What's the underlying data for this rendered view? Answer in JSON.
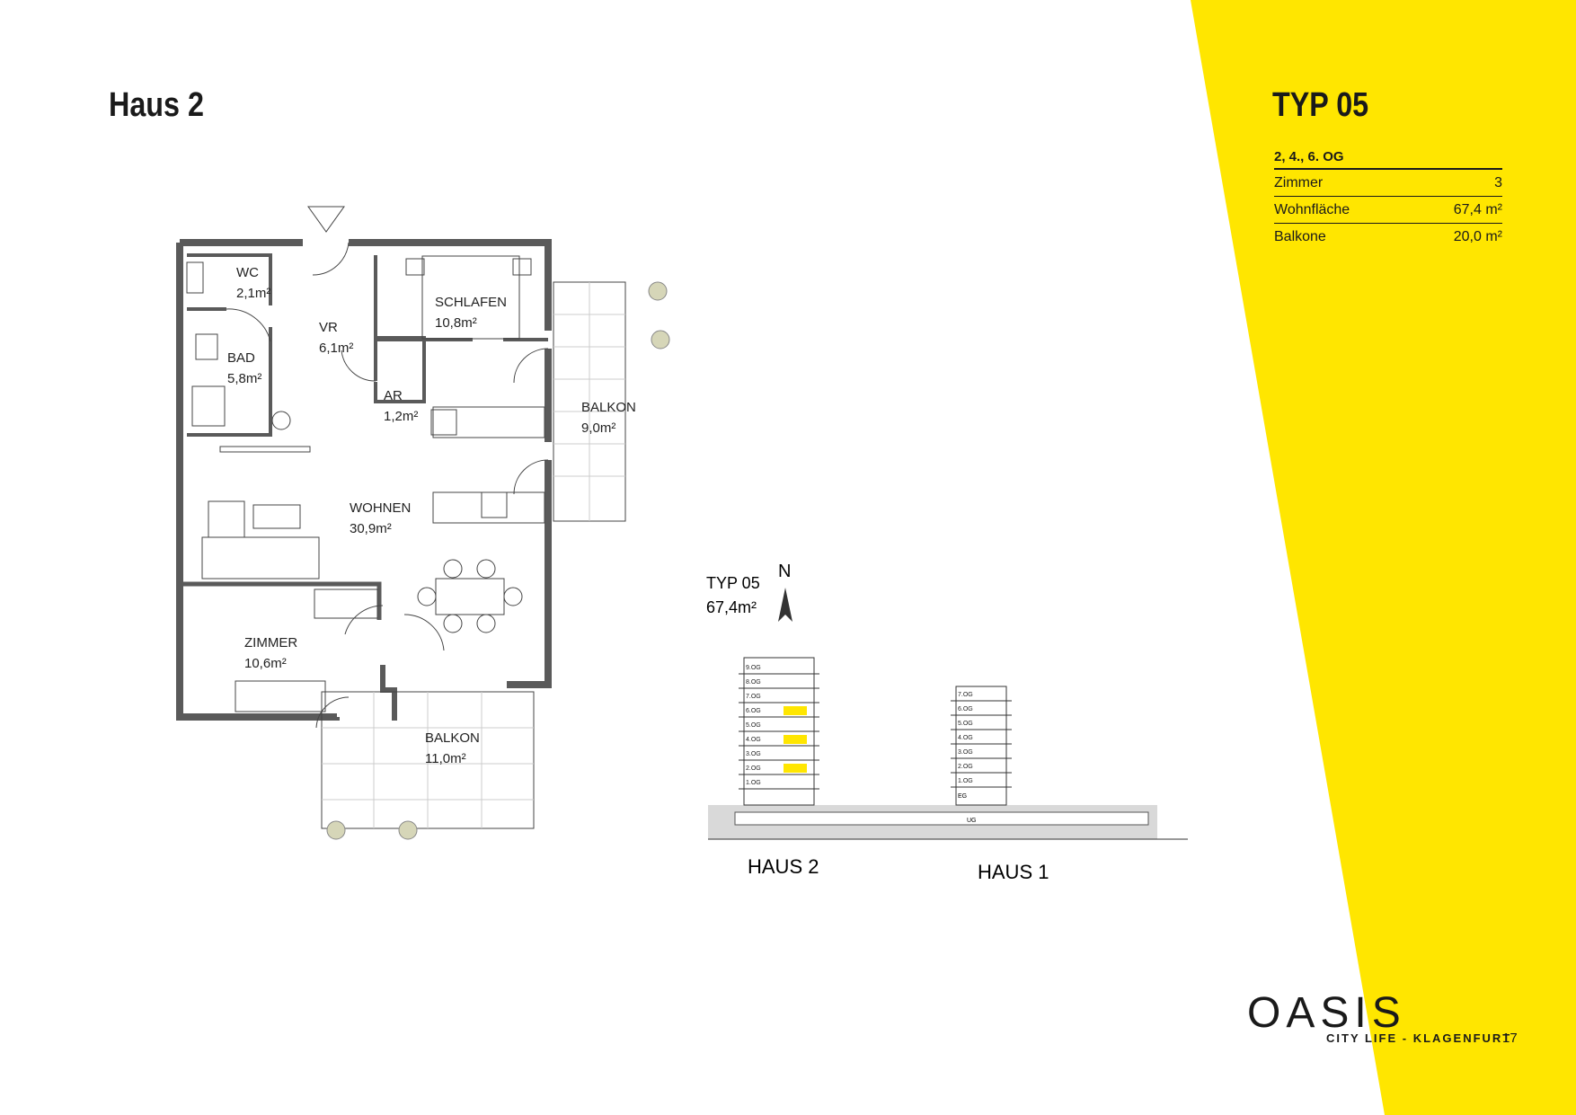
{
  "header": {
    "house_title": "Haus 2"
  },
  "unit": {
    "type_title": "TYP 05",
    "floors": "2, 4., 6. OG",
    "specs": [
      {
        "label": "Zimmer",
        "value": "3"
      },
      {
        "label": "Wohnfläche",
        "value": "67,4 m²"
      },
      {
        "label": "Balkone",
        "value": "20,0 m²"
      }
    ]
  },
  "rooms": {
    "wc": {
      "name": "WC",
      "area": "2,1m²"
    },
    "vr": {
      "name": "VR",
      "area": "6,1m²"
    },
    "schlafen": {
      "name": "SCHLAFEN",
      "area": "10,8m²"
    },
    "bad": {
      "name": "BAD",
      "area": "5,8m²"
    },
    "ar": {
      "name": "AR",
      "area": "1,2m²"
    },
    "balkon_east": {
      "name": "BALKON",
      "area": "9,0m²"
    },
    "wohnen": {
      "name": "WOHNEN",
      "area": "30,9m²"
    },
    "zimmer": {
      "name": "ZIMMER",
      "area": "10,6m²"
    },
    "balkon_south": {
      "name": "BALKON",
      "area": "11,0m²"
    }
  },
  "site": {
    "unit_label": "TYP 05",
    "unit_area": "67,4m²",
    "north": "N",
    "haus2_label": "HAUS 2",
    "haus1_label": "HAUS 1",
    "haus2_floors": [
      "9.OG",
      "8.OG",
      "7.OG",
      "6.OG",
      "5.OG",
      "4.OG",
      "3.OG",
      "2.OG",
      "1.OG"
    ],
    "haus1_floors": [
      "7.OG",
      "6.OG",
      "5.OG",
      "4.OG",
      "3.OG",
      "2.OG",
      "1.OG"
    ],
    "eg": "EG",
    "ug": "UG",
    "highlight_floors": [
      "6.OG",
      "4.OG",
      "2.OG"
    ]
  },
  "footer": {
    "brand": "OASIS",
    "brand_sub": "CITY LIFE - KLAGENFURT",
    "page": "17"
  },
  "colors": {
    "accent": "#ffe600",
    "wall": "#5a5a5a",
    "text": "#1a1a1a"
  }
}
